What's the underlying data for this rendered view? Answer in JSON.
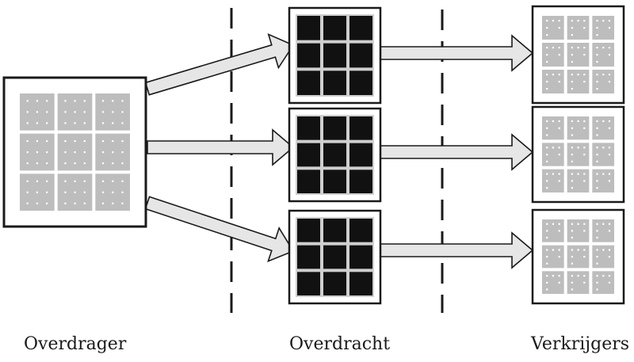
{
  "labels": {
    "source": "Overdrager",
    "transfer": "Overdracht",
    "receivers": "Verkrijgers"
  },
  "colors": {
    "frame": "#1a1a1a",
    "arrow_fill": "#e6e6e6",
    "cell_gray": "#bdbdbd",
    "cell_black": "#111111",
    "dot": "#ffffff"
  },
  "grid": {
    "rows": 3,
    "cols": 3
  }
}
